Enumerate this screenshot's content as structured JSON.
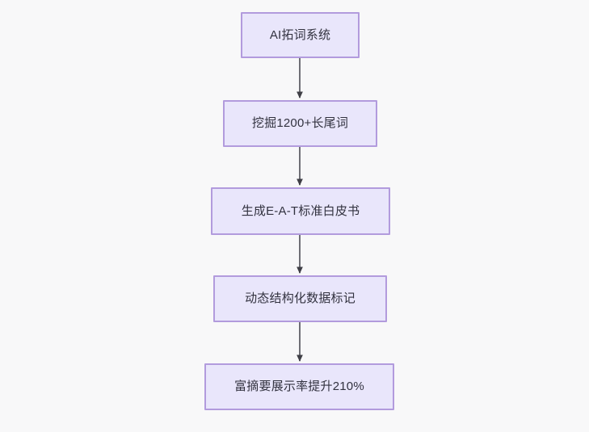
{
  "diagram": {
    "type": "flowchart",
    "direction": "top-to-bottom",
    "background_color": "#f8f8f9",
    "node_fill_color": "#e9e6fb",
    "node_border_color": "#b29bdd",
    "node_text_color": "#32323f",
    "connector_color": "#666666",
    "nodes": [
      {
        "id": "n0",
        "label": "AI拓词系统"
      },
      {
        "id": "n1",
        "label": "挖掘1200+长尾词"
      },
      {
        "id": "n2",
        "label": "生成E-A-T标准白皮书"
      },
      {
        "id": "n3",
        "label": "动态结构化数据标记"
      },
      {
        "id": "n4",
        "label": "富摘要展示率提升210%"
      }
    ],
    "edges": [
      {
        "from": "n0",
        "to": "n1",
        "label": ""
      },
      {
        "from": "n1",
        "to": "n2",
        "label": ""
      },
      {
        "from": "n2",
        "to": "n3",
        "label": ""
      },
      {
        "from": "n3",
        "to": "n4",
        "label": ""
      }
    ]
  }
}
